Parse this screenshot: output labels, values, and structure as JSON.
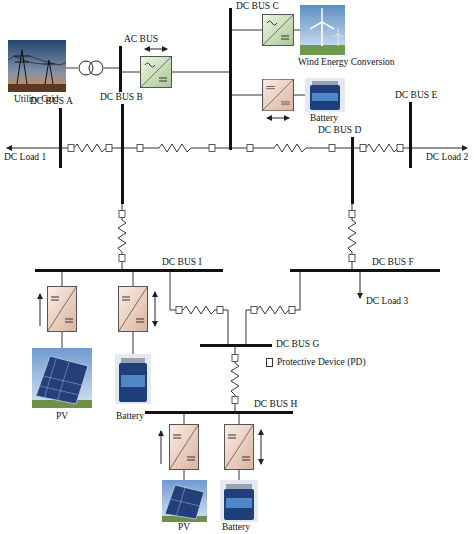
{
  "diagram": {
    "nodes": [
      {
        "text": [
          "Utility Grid"
        ]
      },
      {
        "text": [
          "AC BUS"
        ]
      },
      {
        "text": [
          "DC BUS C"
        ]
      },
      {
        "text": [
          "Wind Energy Conversion"
        ]
      },
      {
        "text": [
          "Battery"
        ]
      },
      {
        "text": [
          "DC BUS A"
        ]
      },
      {
        "text": [
          "DC BUS B"
        ]
      },
      {
        "text": [
          "DC BUS D"
        ]
      },
      {
        "text": [
          "DC BUS E"
        ]
      },
      {
        "text": [
          "DC BUS I"
        ]
      },
      {
        "text": [
          "DC BUS F"
        ]
      },
      {
        "text": [
          "DC BUS G"
        ]
      },
      {
        "text": [
          "DC BUS H"
        ]
      },
      {
        "text": [
          "PV"
        ]
      },
      {
        "text": [
          "Battery"
        ]
      },
      {
        "text": [
          "PV"
        ]
      },
      {
        "text": [
          "Battery"
        ]
      }
    ],
    "edges": [
      {
        "from": 0,
        "to": 1,
        "arrow": "none"
      },
      {
        "from": 1,
        "to": 2,
        "arrow": "none"
      },
      {
        "from": 3,
        "to": 2,
        "arrow": "none"
      },
      {
        "from": 4,
        "to": 2,
        "arrow": "none"
      },
      {
        "from": 5,
        "to": 6,
        "arrow": "none"
      },
      {
        "from": 6,
        "to": 2,
        "arrow": "none"
      },
      {
        "from": 2,
        "to": 7,
        "arrow": "none"
      },
      {
        "from": 7,
        "to": 8,
        "arrow": "none"
      },
      {
        "from": 6,
        "to": 9,
        "arrow": "none"
      },
      {
        "from": 7,
        "to": 10,
        "arrow": "none"
      },
      {
        "from": 9,
        "to": 11,
        "arrow": "none"
      },
      {
        "from": 10,
        "to": 11,
        "arrow": "none"
      },
      {
        "from": 11,
        "to": 12,
        "arrow": "none"
      },
      {
        "from": 13,
        "to": 9,
        "arrow": "none"
      },
      {
        "from": 14,
        "to": 9,
        "arrow": "none"
      },
      {
        "from": 15,
        "to": 12,
        "arrow": "none"
      },
      {
        "from": 16,
        "to": 12,
        "arrow": "none"
      }
    ],
    "labels": [
      "DC Load 1",
      "DC Load 2",
      "DC Load 3"
    ],
    "legend": [
      {
        "text": "Protective Device (PD)"
      }
    ]
  }
}
